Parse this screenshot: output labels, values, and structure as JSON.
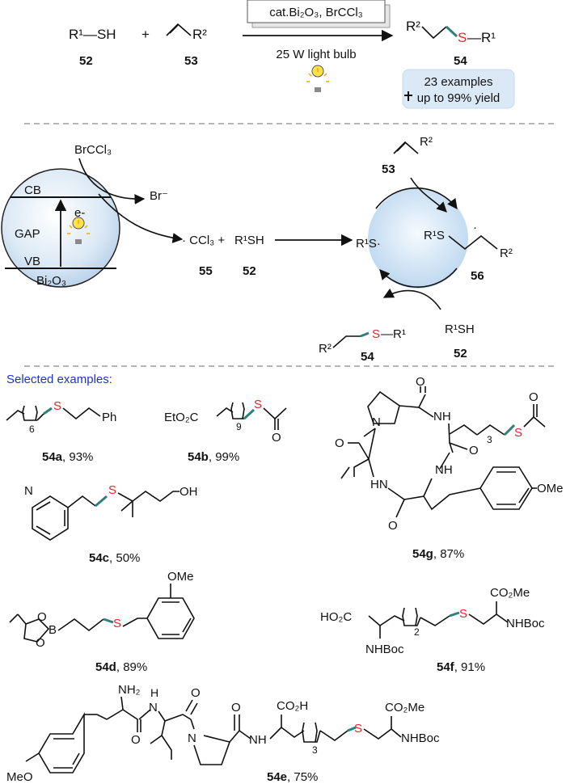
{
  "scheme": {
    "reaction": {
      "reagent1": "R¹—SH",
      "reagent1_num": "52",
      "plus": "+",
      "reagent2_r": "R²",
      "reagent2_num": "53",
      "condition_top": "cat.Bi₂O₃, BrCCl₃",
      "condition_bottom": "25 W light bulb",
      "product_r2": "R²",
      "product_s": "S",
      "product_r1": "—R¹",
      "product_num": "54",
      "examples_line1": "23 examples",
      "examples_line2": "up to 99% yield"
    },
    "mechanism": {
      "brccl3": "BrCCl₃",
      "br_minus": "Br⁻",
      "cb": "CB",
      "vb": "VB",
      "gap": "GAP",
      "electron": "e-",
      "catalyst": "Bi₂O₃",
      "ccl3": "· CCl₃ +",
      "ccl3_num": "55",
      "r1sh": "R¹SH",
      "r1sh_num": "52",
      "alkene_r": "R²",
      "alkene_num": "53",
      "thiyl": "R¹S·",
      "adduct_r1s": "R¹S",
      "adduct_r2": "R²",
      "adduct_num": "56",
      "product_r2": "R²",
      "product_s": "S",
      "product_r1": "—R¹",
      "product_num": "54",
      "r1sh2": "R¹SH",
      "r1sh2_num": "52"
    },
    "examples": {
      "heading": "Selected examples:",
      "ex_54a": {
        "n": "6",
        "s": "S",
        "ph": "Ph",
        "bold": "54a",
        "yield": ", 93%"
      },
      "ex_54b": {
        "eto2c": "EtO₂C",
        "n": "9",
        "s": "S",
        "o": "O",
        "bold": "54b",
        "yield": ", 99%"
      },
      "ex_54c": {
        "n_atom": "N",
        "s": "S",
        "oh": "OH",
        "bold": "54c",
        "yield": ", 50%"
      },
      "ex_54d": {
        "o1": "O",
        "o2": "O",
        "b": "B",
        "s": "S",
        "ome": "OMe",
        "bold": "54d",
        "yield": ", 89%"
      },
      "ex_54g": {
        "n1": "N",
        "o1": "O",
        "nh1": "NH",
        "o2": "O",
        "o3": "O",
        "nh2": "NH",
        "hn": "HN",
        "o4": "O",
        "n3": "3",
        "s": "S",
        "o5": "O",
        "ome": "OMe",
        "bold": "54g",
        "yield": ", 87%"
      },
      "ex_54f": {
        "ho2c": "HO₂C",
        "nhboc1": "NHBoc",
        "n2": "2",
        "s": "S",
        "co2me": "CO₂Me",
        "nhboc2": "NHBoc",
        "bold": "54f",
        "yield": ", 91%"
      },
      "ex_54e": {
        "nh2": "NH₂",
        "h": "H",
        "n_atom": "N",
        "o1": "O",
        "o2": "O",
        "n_pro": "N",
        "o3": "O",
        "nh": "NH",
        "co2h": "CO₂H",
        "n3": "3",
        "s": "S",
        "co2me": "CO₂Me",
        "nhboc": "NHBoc",
        "meo": "MeO",
        "bold": "54e",
        "yield": ", 75%"
      }
    }
  }
}
